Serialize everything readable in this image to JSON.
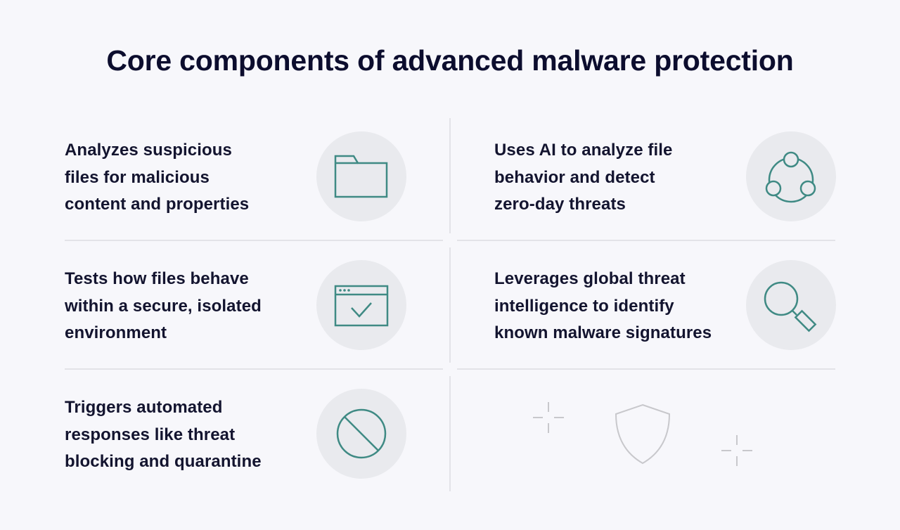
{
  "title": "Core components of advanced malware protection",
  "colors": {
    "background": "#f7f7fb",
    "title_text": "#0c0d2e",
    "body_text": "#13142f",
    "icon_stroke": "#3f8a84",
    "icon_circle": "#e9eaee",
    "divider": "#e3e3e8",
    "decor_stroke": "#c8c8cc"
  },
  "cells": [
    {
      "text": "Analyzes suspicious\nfiles for malicious\ncontent and properties",
      "icon": "folder-icon"
    },
    {
      "text": "Uses AI to analyze file\nbehavior and detect\nzero-day threats",
      "icon": "network-nodes-icon"
    },
    {
      "text": "Tests how files behave\nwithin a secure, isolated\nenvironment",
      "icon": "browser-window-check-icon"
    },
    {
      "text": "Leverages global threat\nintelligence to identify\nknown malware signatures",
      "icon": "magnifying-glass-icon"
    },
    {
      "text": "Triggers automated\nresponses like threat\nblocking and quarantine",
      "icon": "prohibited-icon"
    }
  ],
  "decoration": {
    "icons": [
      "sparkle-cross-icon",
      "shield-icon",
      "sparkle-cross-icon"
    ]
  }
}
